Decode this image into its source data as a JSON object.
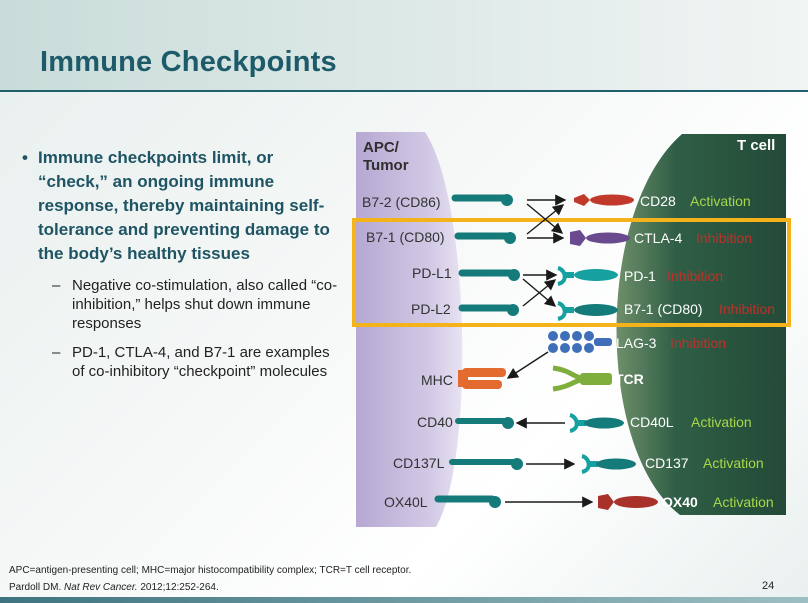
{
  "title": "Immune Checkpoints",
  "bullets": {
    "main": "Immune checkpoints limit, or “check,” an ongoing immune response, thereby maintaining self-tolerance and preventing damage to the body’s healthy tissues",
    "sub": [
      "Negative co-stimulation, also called “co-inhibition,” helps shut down immune responses",
      "PD-1, CTLA-4, and B7-1 are examples of co-inhibitory “checkpoint” molecules"
    ]
  },
  "diagram": {
    "apc_header_line1": "APC/",
    "apc_header_line2": "Tumor",
    "tcell_header": "T cell",
    "apc_labels": {
      "b72": "B7-2 (CD86)",
      "b71": "B7-1 (CD80)",
      "pdl1": "PD-L1",
      "pdl2": "PD-L2",
      "mhc": "MHC",
      "cd40": "CD40",
      "cd137l": "CD137L",
      "ox40l": "OX40L"
    },
    "tcell_labels": {
      "cd28": "CD28",
      "ctla4": "CTLA-4",
      "pd1": "PD-1",
      "b71": "B7-1 (CD80)",
      "lag3": "LAG-3",
      "tcr": "TCR",
      "cd40l": "CD40L",
      "cd137": "CD137",
      "ox40": "OX40"
    },
    "effects": {
      "cd28": "Activation",
      "ctla4": "Inhibition",
      "pd1": "Inhibition",
      "b71": "Inhibition",
      "lag3": "Inhibition",
      "cd40l": "Activation",
      "cd137": "Activation",
      "ox40": "Activation"
    }
  },
  "footnote": "APC=antigen-presenting cell; MHC=major histocompatibility complex; TCR=T cell receptor.",
  "citation": {
    "author": "Pardoll DM.",
    "journal": "Nat Rev Cancer.",
    "details": "2012;12:252-264."
  },
  "page_number": "24",
  "colors": {
    "title": "#1d5a6a",
    "apc_fill": "#c9bedf",
    "tcell_fill": "#2f5e46",
    "highlight_box": "#f4b21b",
    "activation": "#a6d84a",
    "inhibition": "#c0302a",
    "teal_ligand": "#157a7a",
    "red_receptor": "#c0392b",
    "purple_receptor": "#6a4a8e",
    "blue_lag3": "#3e6fb8",
    "green_tcr": "#7fae3c",
    "orange_mhc": "#e46b2f"
  }
}
